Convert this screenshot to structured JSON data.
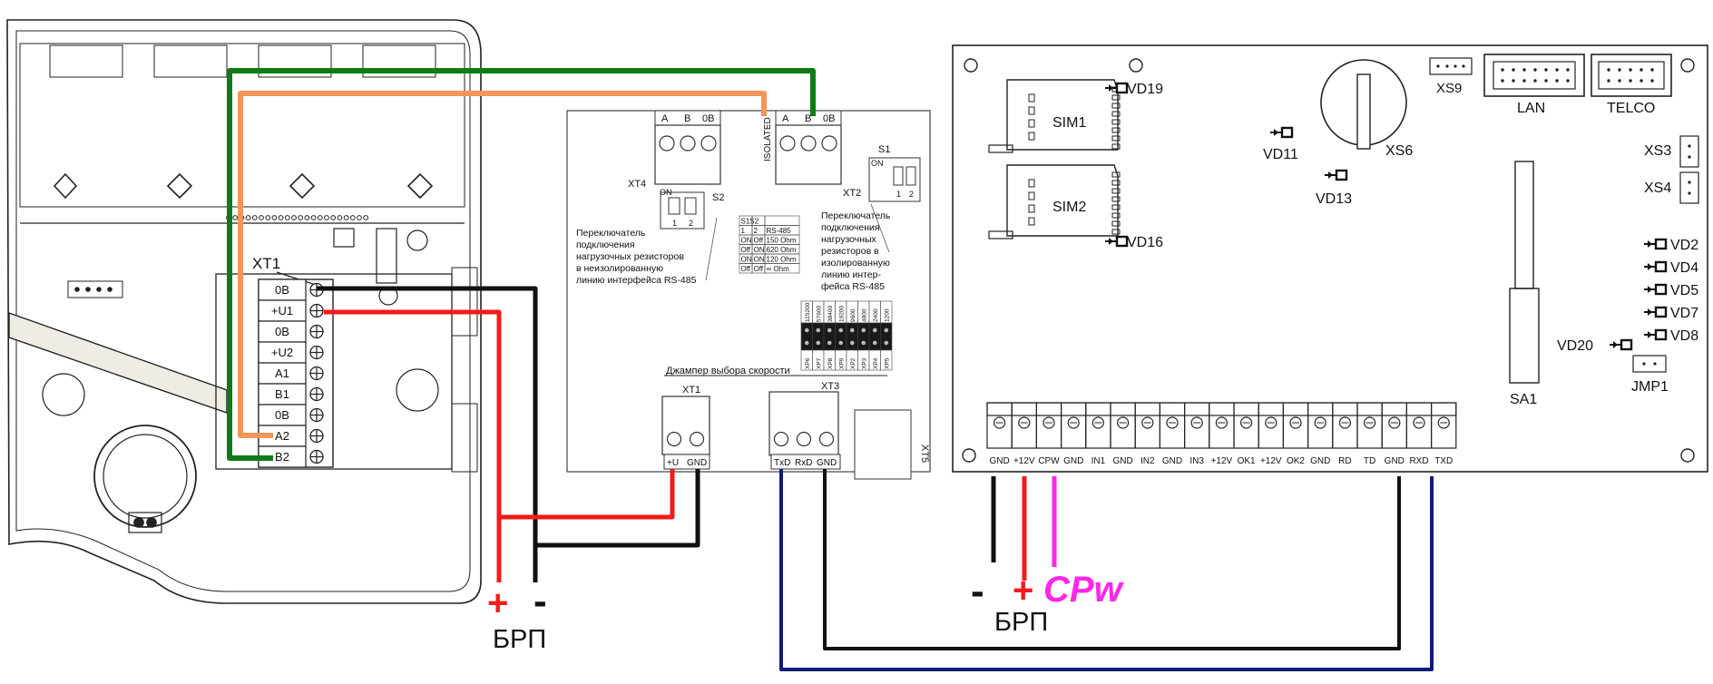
{
  "keyboard": {
    "xt1_title": "XT1",
    "terminals": [
      "0B",
      "+U1",
      "0B",
      "+U2",
      "A1",
      "B1",
      "0B",
      "A2",
      "B2"
    ]
  },
  "converter": {
    "xt4_labels": [
      "A",
      "B",
      "0B"
    ],
    "xt4_title": "XT4",
    "s2_label": "S2",
    "s2_on": "ON",
    "s2_nums": [
      "1",
      "2"
    ],
    "isolated": "ISOLATED",
    "xt2_labels": [
      "A",
      "B",
      "0B"
    ],
    "xt2_title": "XT2",
    "s1_label": "S1",
    "s1_on": "ON",
    "s1_nums": [
      "1",
      "2"
    ],
    "left_note": [
      "Переключатель",
      "подключения",
      "нагрузочных резисторов",
      "в неизолированную",
      "линию интерфейса RS-485"
    ],
    "right_note": [
      "Переключатель",
      "подключения",
      "нагрузочных",
      "резисторов в",
      "изолированную",
      "линию интер-",
      "фейса RS-485"
    ],
    "table": {
      "header": [
        "S1S2",
        "",
        ""
      ],
      "subheader": [
        "1",
        "2",
        "RS-485"
      ],
      "rows": [
        [
          "ON",
          "Off",
          "150 Ohm"
        ],
        [
          "Off",
          "ON",
          "620 Ohm"
        ],
        [
          "ON",
          "ON",
          "120 Ohm"
        ],
        [
          "Off",
          "Off",
          "∞ Ohm"
        ]
      ]
    },
    "speeds": [
      "115200",
      "57600",
      "38400",
      "19200",
      "9600",
      "4800",
      "2400",
      "1200"
    ],
    "jumpers": [
      "XP6",
      "XP7",
      "XP8",
      "XP9",
      "XP2",
      "XP3",
      "XP4",
      "XP5"
    ],
    "speed_caption": "Джампер выбора скорости",
    "xt1_title": "XT1",
    "xt1_labels": [
      "+U",
      "GND"
    ],
    "xt3_title": "XT3",
    "xt3_labels": [
      "TxD",
      "RxD",
      "GND"
    ],
    "xt5_label": "XT5"
  },
  "board": {
    "sim1": "SIM1",
    "sim2": "SIM2",
    "vd19": "VD19",
    "vd16": "VD16",
    "vd11": "VD11",
    "vd13": "VD13",
    "xs6": "XS6",
    "xs9": "XS9",
    "lan": "LAN",
    "telco": "TELCO",
    "xs3": "XS3",
    "xs4": "XS4",
    "vd_right": [
      "VD2",
      "VD4",
      "VD5",
      "VD7",
      "VD8"
    ],
    "vd20": "VD20",
    "jmp1": "JMP1",
    "sa1": "SA1",
    "terminals": [
      "GND",
      "+12V",
      "CPW",
      "GND",
      "IN1",
      "GND",
      "IN2",
      "GND",
      "IN3",
      "+12V",
      "OK1",
      "+12V",
      "OK2",
      "GND",
      "RD",
      "TD",
      "GND",
      "RXD",
      "TXD"
    ]
  },
  "power1": {
    "plus": "+",
    "minus": "-",
    "label": "БРП"
  },
  "power2": {
    "plus": "+",
    "minus": "-",
    "label": "БРП",
    "cpw": "CPw"
  },
  "colors": {
    "green": "#0f7a16",
    "orange": "#f4955a",
    "red": "#f21b1b",
    "black": "#111111",
    "navy": "#101a78",
    "magenta": "#ff26e6"
  }
}
